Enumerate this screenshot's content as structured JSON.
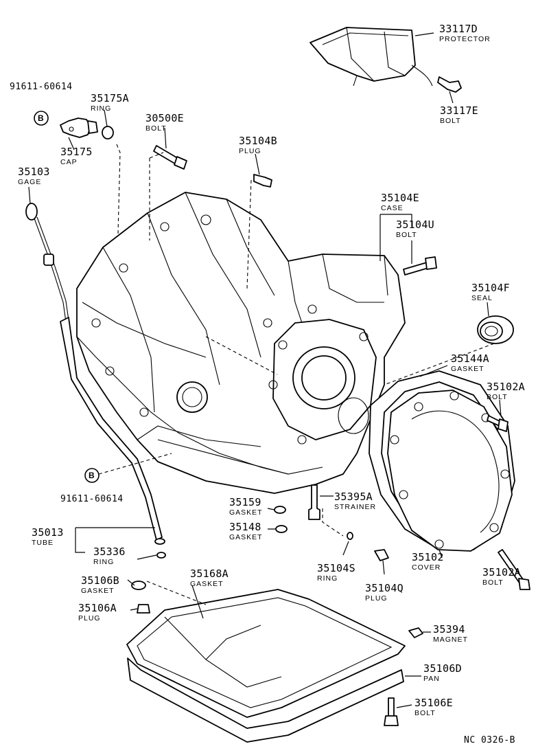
{
  "parts": [
    {
      "id": "33117D",
      "number": "33117D",
      "name": "PROTECTOR"
    },
    {
      "id": "33117E",
      "number": "33117E",
      "name": "BOLT"
    },
    {
      "id": "91611-60614-top",
      "number": "91611-60614",
      "name": ""
    },
    {
      "id": "35175A",
      "number": "35175A",
      "name": "RING"
    },
    {
      "id": "30500E",
      "number": "30500E",
      "name": "BOLT"
    },
    {
      "id": "35175",
      "number": "35175",
      "name": "CAP"
    },
    {
      "id": "35104B",
      "number": "35104B",
      "name": "PLUG"
    },
    {
      "id": "35103",
      "number": "35103",
      "name": "GAGE"
    },
    {
      "id": "35104E",
      "number": "35104E",
      "name": "CASE"
    },
    {
      "id": "35104U",
      "number": "35104U",
      "name": "BOLT"
    },
    {
      "id": "35104F",
      "number": "35104F",
      "name": "SEAL"
    },
    {
      "id": "35144A",
      "number": "35144A",
      "name": "GASKET"
    },
    {
      "id": "35102A-top",
      "number": "35102A",
      "name": "BOLT"
    },
    {
      "id": "91611-60614-bottom",
      "number": "91611-60614",
      "name": ""
    },
    {
      "id": "35159",
      "number": "35159",
      "name": "GASKET"
    },
    {
      "id": "35395A",
      "number": "35395A",
      "name": "STRAINER"
    },
    {
      "id": "35148",
      "number": "35148",
      "name": "GASKET"
    },
    {
      "id": "35013",
      "number": "35013",
      "name": "TUBE"
    },
    {
      "id": "35336",
      "number": "35336",
      "name": "RING"
    },
    {
      "id": "35104S",
      "number": "35104S",
      "name": "RING"
    },
    {
      "id": "35102",
      "number": "35102",
      "name": "COVER"
    },
    {
      "id": "35102A-bottom",
      "number": "35102A",
      "name": "BOLT"
    },
    {
      "id": "35104Q",
      "number": "35104Q",
      "name": "PLUG"
    },
    {
      "id": "35106B",
      "number": "35106B",
      "name": "GASKET"
    },
    {
      "id": "35168A",
      "number": "35168A",
      "name": "GASKET"
    },
    {
      "id": "35106A",
      "number": "35106A",
      "name": "PLUG"
    },
    {
      "id": "35394",
      "number": "35394",
      "name": "MAGNET"
    },
    {
      "id": "35106D",
      "number": "35106D",
      "name": "PAN"
    },
    {
      "id": "35106E",
      "number": "35106E",
      "name": "BOLT"
    }
  ],
  "callout_marker": "B",
  "diagram_code": "NC 0326-B"
}
